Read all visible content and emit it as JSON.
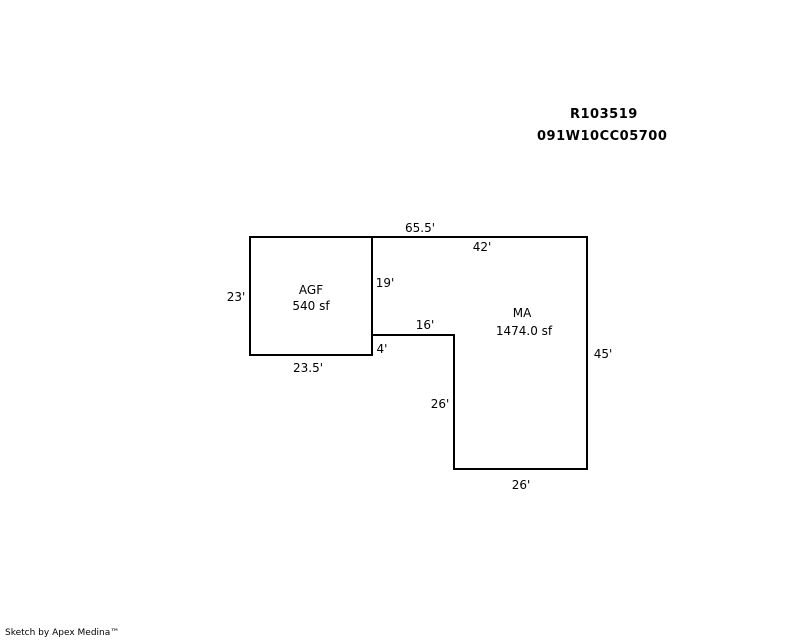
{
  "header": {
    "parcel_id": "R103519",
    "map_number": "091W10CC05700"
  },
  "areas": {
    "agf": {
      "code": "AGF",
      "area": "540 sf"
    },
    "ma": {
      "code": "MA",
      "area": "1474.0 sf"
    }
  },
  "dimensions": {
    "overall_top": "65.5'",
    "ma_top": "42'",
    "agf_left": "23'",
    "agf_bottom": "23.5'",
    "ma_inner_vertical": "19'",
    "ma_step_horizontal": "16'",
    "ma_step_vertical": "4'",
    "ma_lower_left": "26'",
    "ma_bottom": "26'",
    "ma_right": "45'"
  },
  "footer": {
    "credit": "Sketch by Apex Medina™"
  }
}
